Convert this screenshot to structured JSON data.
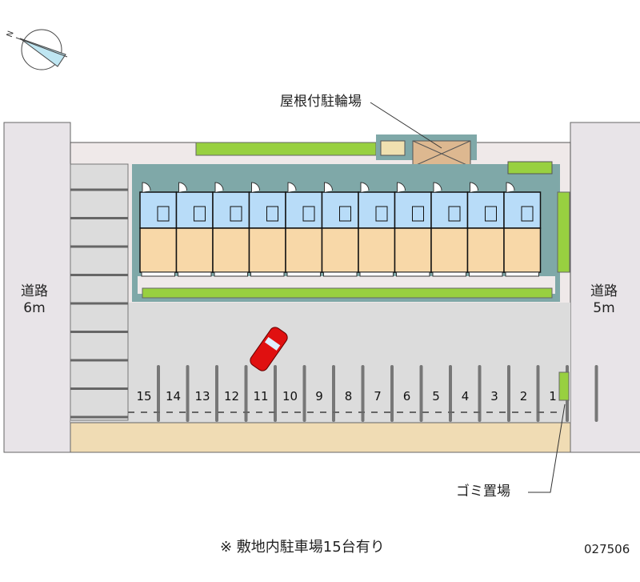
{
  "labels": {
    "covered_bicycle_parking": "屋根付駐輪場",
    "road_left": "道路",
    "road_left_width": "6m",
    "road_right": "道路",
    "road_right_width": "5m",
    "garbage": "ゴミ置場",
    "note": "※ 敷地内駐車場15台有り",
    "code": "027506"
  },
  "compass": {
    "icon": "north-arrow-icon",
    "north_label": "N"
  },
  "parking": {
    "spaces": [
      "15",
      "14",
      "13",
      "12",
      "11",
      "10",
      "9",
      "8",
      "7",
      "6",
      "5",
      "4",
      "3",
      "2",
      "1"
    ]
  },
  "building": {
    "units": 11
  },
  "colors": {
    "road": "#e8e4e8",
    "lot": "#dcdcdc",
    "sidewalk": "#f0dcb4",
    "building_band": "#7fa8a8",
    "room": "#f8d8a8",
    "wet_area": "#b8dcf8",
    "car": "#e01010",
    "hedge": "#98d040"
  }
}
